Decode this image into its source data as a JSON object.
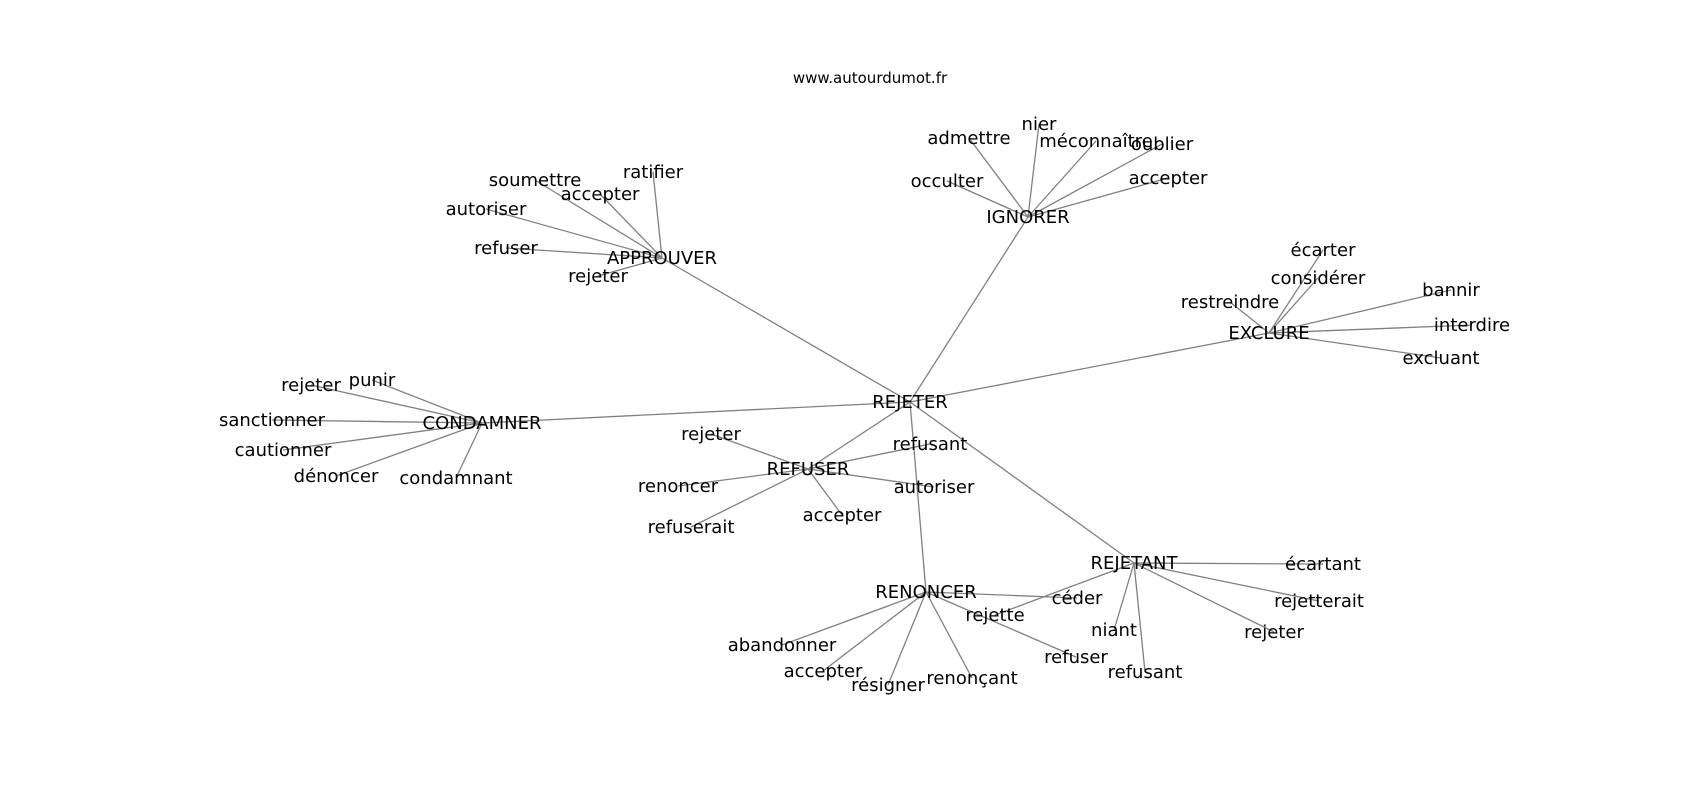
{
  "source": "www.autourdumot.fr",
  "colors": {
    "edge": "#808080",
    "text": "#000000",
    "background": "#ffffff"
  },
  "graph": {
    "nodes": [
      {
        "id": "REJETER",
        "label": "REJETER"
      },
      {
        "id": "APPROUVER",
        "label": "APPROUVER"
      },
      {
        "id": "IGNORER",
        "label": "IGNORER"
      },
      {
        "id": "EXCLURE",
        "label": "EXCLURE"
      },
      {
        "id": "CONDAMNER",
        "label": "CONDAMNER"
      },
      {
        "id": "REFUSER",
        "label": "REFUSER"
      },
      {
        "id": "RENONCER",
        "label": "RENONCER"
      },
      {
        "id": "REJETANT",
        "label": "REJETANT"
      },
      {
        "id": "ap_soumettre",
        "label": "soumettre"
      },
      {
        "id": "ap_ratifier",
        "label": "ratifier"
      },
      {
        "id": "ap_accepter",
        "label": "accepter"
      },
      {
        "id": "ap_autoriser",
        "label": "autoriser"
      },
      {
        "id": "ap_refuser",
        "label": "refuser"
      },
      {
        "id": "ap_rejeter",
        "label": "rejeter"
      },
      {
        "id": "ig_admettre",
        "label": "admettre"
      },
      {
        "id": "ig_nier",
        "label": "nier"
      },
      {
        "id": "ig_meconnaitre",
        "label": "méconnaître"
      },
      {
        "id": "ig_oublier",
        "label": "oublier"
      },
      {
        "id": "ig_occulter",
        "label": "occulter"
      },
      {
        "id": "ig_accepter",
        "label": "accepter"
      },
      {
        "id": "ex_ecarter",
        "label": "écarter"
      },
      {
        "id": "ex_considerer",
        "label": "considérer"
      },
      {
        "id": "ex_restreindre",
        "label": "restreindre"
      },
      {
        "id": "ex_bannir",
        "label": "bannir"
      },
      {
        "id": "ex_interdire",
        "label": "interdire"
      },
      {
        "id": "ex_excluant",
        "label": "excluant"
      },
      {
        "id": "co_rejeter",
        "label": "rejeter"
      },
      {
        "id": "co_punir",
        "label": "punir"
      },
      {
        "id": "co_sanctionner",
        "label": "sanctionner"
      },
      {
        "id": "co_cautionner",
        "label": "cautionner"
      },
      {
        "id": "co_denoncer",
        "label": "dénoncer"
      },
      {
        "id": "co_condamnant",
        "label": "condamnant"
      },
      {
        "id": "rf_rejeter",
        "label": "rejeter"
      },
      {
        "id": "rf_refusant",
        "label": "refusant"
      },
      {
        "id": "rf_renoncer",
        "label": "renoncer"
      },
      {
        "id": "rf_autoriser",
        "label": "autoriser"
      },
      {
        "id": "rf_accepter",
        "label": "accepter"
      },
      {
        "id": "rf_refuserait",
        "label": "refuserait"
      },
      {
        "id": "rn_abandonner",
        "label": "abandonner"
      },
      {
        "id": "rn_accepter",
        "label": "accepter"
      },
      {
        "id": "rn_resigner",
        "label": "résigner"
      },
      {
        "id": "rn_renoncant",
        "label": "renonçant"
      },
      {
        "id": "rn_ceder",
        "label": "céder"
      },
      {
        "id": "rt_ecartant",
        "label": "écartant"
      },
      {
        "id": "rt_rejette",
        "label": "rejette"
      },
      {
        "id": "rt_rejetterait",
        "label": "rejetterait"
      },
      {
        "id": "rt_niant",
        "label": "niant"
      },
      {
        "id": "rt_rejeter",
        "label": "rejeter"
      },
      {
        "id": "rt_refuser",
        "label": "refuser"
      },
      {
        "id": "rt_refusant",
        "label": "refusant"
      }
    ],
    "edges": [
      [
        "REJETER",
        "APPROUVER"
      ],
      [
        "REJETER",
        "IGNORER"
      ],
      [
        "REJETER",
        "EXCLURE"
      ],
      [
        "REJETER",
        "CONDAMNER"
      ],
      [
        "REJETER",
        "REFUSER"
      ],
      [
        "REJETER",
        "RENONCER"
      ],
      [
        "REJETER",
        "REJETANT"
      ],
      [
        "APPROUVER",
        "ap_soumettre"
      ],
      [
        "APPROUVER",
        "ap_ratifier"
      ],
      [
        "APPROUVER",
        "ap_accepter"
      ],
      [
        "APPROUVER",
        "ap_autoriser"
      ],
      [
        "APPROUVER",
        "ap_refuser"
      ],
      [
        "APPROUVER",
        "ap_rejeter"
      ],
      [
        "IGNORER",
        "ig_admettre"
      ],
      [
        "IGNORER",
        "ig_nier"
      ],
      [
        "IGNORER",
        "ig_meconnaitre"
      ],
      [
        "IGNORER",
        "ig_oublier"
      ],
      [
        "IGNORER",
        "ig_occulter"
      ],
      [
        "IGNORER",
        "ig_accepter"
      ],
      [
        "EXCLURE",
        "ex_ecarter"
      ],
      [
        "EXCLURE",
        "ex_considerer"
      ],
      [
        "EXCLURE",
        "ex_restreindre"
      ],
      [
        "EXCLURE",
        "ex_bannir"
      ],
      [
        "EXCLURE",
        "ex_interdire"
      ],
      [
        "EXCLURE",
        "ex_excluant"
      ],
      [
        "CONDAMNER",
        "co_rejeter"
      ],
      [
        "CONDAMNER",
        "co_punir"
      ],
      [
        "CONDAMNER",
        "co_sanctionner"
      ],
      [
        "CONDAMNER",
        "co_cautionner"
      ],
      [
        "CONDAMNER",
        "co_denoncer"
      ],
      [
        "CONDAMNER",
        "co_condamnant"
      ],
      [
        "REFUSER",
        "rf_rejeter"
      ],
      [
        "REFUSER",
        "rf_refusant"
      ],
      [
        "REFUSER",
        "rf_renoncer"
      ],
      [
        "REFUSER",
        "rf_autoriser"
      ],
      [
        "REFUSER",
        "rf_accepter"
      ],
      [
        "REFUSER",
        "rf_refuserait"
      ],
      [
        "RENONCER",
        "rn_abandonner"
      ],
      [
        "RENONCER",
        "rn_accepter"
      ],
      [
        "RENONCER",
        "rn_resigner"
      ],
      [
        "RENONCER",
        "rn_renoncant"
      ],
      [
        "RENONCER",
        "rn_ceder"
      ],
      [
        "RENONCER",
        "rt_refuser"
      ],
      [
        "REJETANT",
        "rt_ecartant"
      ],
      [
        "REJETANT",
        "rt_rejette"
      ],
      [
        "REJETANT",
        "rt_rejetterait"
      ],
      [
        "REJETANT",
        "rt_niant"
      ],
      [
        "REJETANT",
        "rt_rejeter"
      ],
      [
        "REJETANT",
        "rt_refusant"
      ]
    ]
  }
}
